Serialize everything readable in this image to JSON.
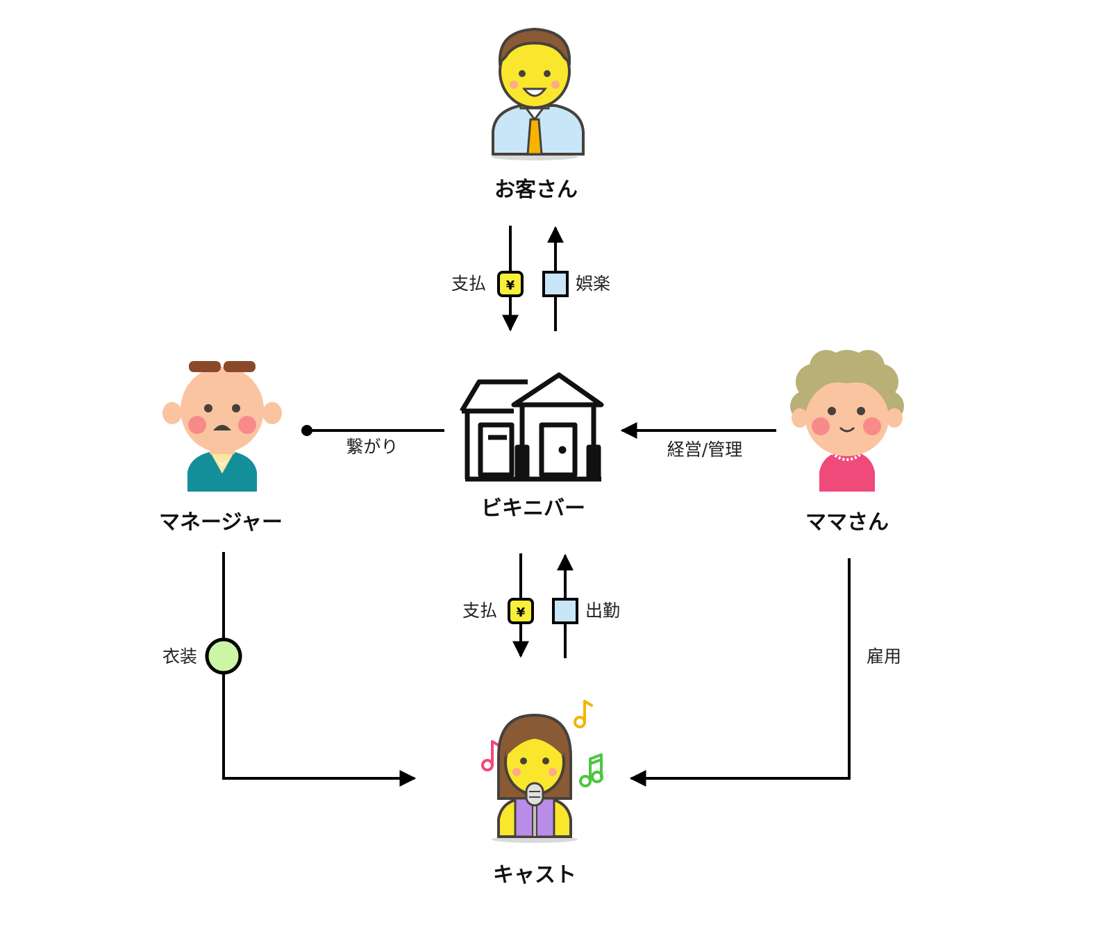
{
  "nodes": {
    "customer": {
      "label": "お客さん",
      "icon": "businessman-icon"
    },
    "bar": {
      "label": "ビキニバー",
      "icon": "house-icon"
    },
    "manager": {
      "label": "マネージャー",
      "icon": "old-man-icon"
    },
    "mama": {
      "label": "ママさん",
      "icon": "curly-haired-woman-icon"
    },
    "cast": {
      "label": "キャスト",
      "icon": "singer-woman-icon"
    }
  },
  "edges": {
    "customer_pay": {
      "label": "支払",
      "badge": "¥"
    },
    "customer_entertainment": {
      "label": "娯楽"
    },
    "manager_connection": {
      "label": "繋がり"
    },
    "mama_management": {
      "label": "経営/管理"
    },
    "cast_pay": {
      "label": "支払",
      "badge": "¥"
    },
    "cast_attendance": {
      "label": "出勤"
    },
    "manager_costume": {
      "label": "衣装"
    },
    "mama_employment": {
      "label": "雇用"
    }
  },
  "colors": {
    "line": "#000000",
    "yen_badge": "#f8ef3a",
    "service_badge": "#c8e6f8",
    "costume_badge": "#ccf5a5",
    "skin_yellow": "#fbe62e",
    "skin_peach": "#fbc4a1"
  }
}
